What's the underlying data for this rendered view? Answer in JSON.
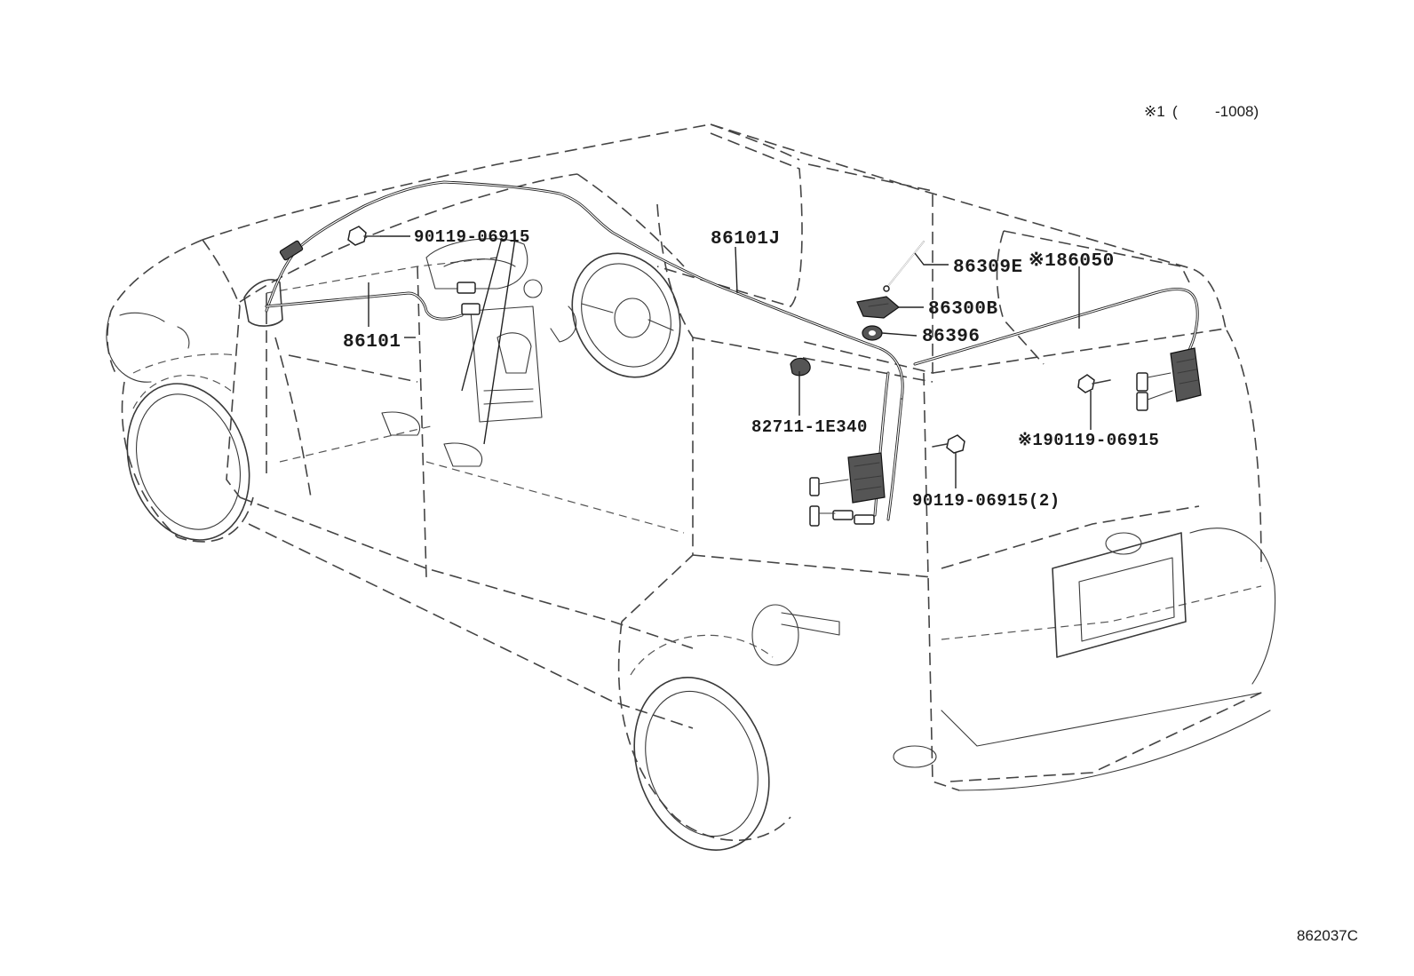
{
  "labels": {
    "bolt_front": "90119-06915",
    "harness_front": "86101",
    "harness_roof": "86101J",
    "antenna_rod": "86309E",
    "antenna_base": "86300B",
    "antenna_nut": "86396",
    "clamp": "82711-1E340",
    "harness_rear": "※186050",
    "bolt_rear": "※190119-06915",
    "bolt_pair": "90119-06915(2)"
  },
  "notes": {
    "footnote_mark": "※1",
    "footnote_paren_open": "(",
    "footnote_range": "-1008)",
    "figure_code": "862037C"
  }
}
